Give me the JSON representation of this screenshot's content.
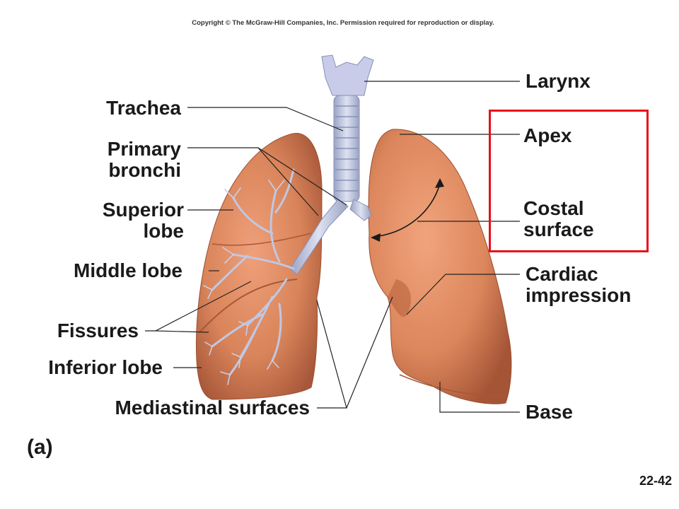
{
  "copyright": "Copyright © The McGraw-Hill Companies, Inc. Permission required for reproduction or display.",
  "labels": {
    "trachea": "Trachea",
    "primary_bronchi_1": "Primary",
    "primary_bronchi_2": "bronchi",
    "superior_lobe_1": "Superior",
    "superior_lobe_2": "lobe",
    "middle_lobe": "Middle lobe",
    "fissures": "Fissures",
    "inferior_lobe": "Inferior lobe",
    "mediastinal_surfaces": "Mediastinal surfaces",
    "larynx": "Larynx",
    "apex": "Apex",
    "costal_surface_1": "Costal",
    "costal_surface_2": "surface",
    "cardiac_impression_1": "Cardiac",
    "cardiac_impression_2": "impression",
    "base": "Base"
  },
  "panel_letter": "(a)",
  "page_number": "22-42",
  "colors": {
    "lung": "#d9845a",
    "bronchi": "#b8c0dc",
    "highlight": "#e8101a",
    "leader": "#222222"
  }
}
